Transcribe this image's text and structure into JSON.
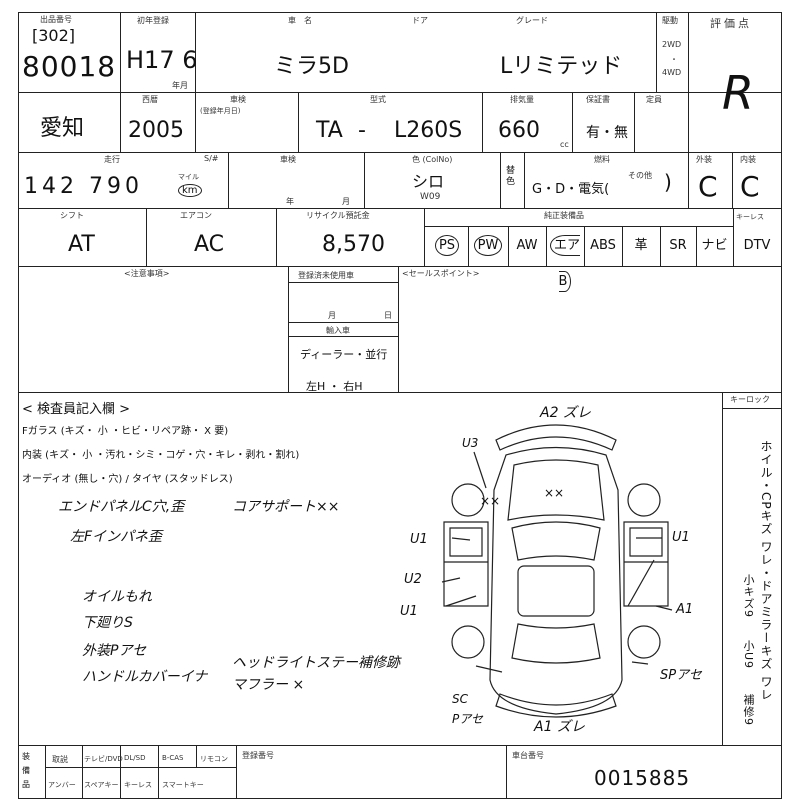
{
  "lot": {
    "hall_label": "出品番号",
    "venue_code": "[302]",
    "number": "80018"
  },
  "registration": {
    "label": "初年登録",
    "value": "H17 6",
    "month_unit": "年月"
  },
  "car_name": {
    "label": "車　名",
    "value": "ミラ5D"
  },
  "door_label": "ドア",
  "grade": {
    "label": "グレード",
    "value": "Lリミテッド"
  },
  "drive": {
    "label": "駆動",
    "options": [
      "2WD",
      "・",
      "4WD"
    ]
  },
  "score": {
    "label": "評価点",
    "value": "R"
  },
  "prefecture": {
    "value": "愛知"
  },
  "year": {
    "label": "西暦",
    "value": "2005"
  },
  "inspection": {
    "label": "車検",
    "sub": "(登録年月日)"
  },
  "model": {
    "label": "型式",
    "prefix": "TA",
    "dash": "-",
    "value": "L260S"
  },
  "displacement": {
    "label": "排気量",
    "value": "660",
    "unit": "cc"
  },
  "warranty": {
    "label": "保証書",
    "value": "有・無"
  },
  "capacity": {
    "label": "定員"
  },
  "mileage": {
    "label": "走行",
    "value": "142 790",
    "unit_top": "マイル",
    "unit": "km"
  },
  "s_label": "S/#",
  "vehicle_inspection": {
    "label": "車検",
    "year": "年",
    "month": "月"
  },
  "color": {
    "label": "色 (ColNo)",
    "value": "シロ",
    "code": "W09",
    "change_label": "替色"
  },
  "fuel": {
    "label": "燃料",
    "options": "G・D・電気(",
    "other": "その他",
    "close": ")"
  },
  "exterior": {
    "label": "外装",
    "value": "C"
  },
  "interior": {
    "label": "内装",
    "value": "C"
  },
  "shift": {
    "label": "シフト",
    "value": "AT"
  },
  "aircon": {
    "label": "エアコン",
    "value": "AC"
  },
  "recycle": {
    "label": "リサイクル預託金",
    "value": "8,570"
  },
  "equipment": {
    "label": "純正装備品",
    "key_label": "キーレス",
    "items": [
      "PS",
      "PW",
      "AW",
      "エアB",
      "ABS",
      "革",
      "SR",
      "ナビ",
      "DTV"
    ]
  },
  "notes_label": "<注意事項>",
  "import": {
    "label": "登録済未使用車",
    "month": "月",
    "day": "日",
    "type_label": "輸入車",
    "dealer": "ディーラー・並行",
    "steering": "左H ・ 右H"
  },
  "sales_point_label": "<セールスポイント>",
  "inspector": {
    "title": "< 検査員記入欄 >",
    "line1": "Fガラス (キズ・ 小 ・ヒビ・リペア跡・ X 要)",
    "line2": "内装 (キズ・ 小 ・汚れ・シミ・コゲ・穴・キレ・剥れ・割れ)",
    "line3": "オーディオ (無し・穴) / タイヤ (スタッドレス)",
    "handwritten": [
      "エンドパネルC穴,歪",
      "コアサポート××",
      "左Fインパネ歪",
      "オイルもれ",
      "下廻りS",
      "外装Pアセ",
      "ハンドルカバーイナ",
      "ヘッドライトステー補修跡",
      "マフラー ×"
    ]
  },
  "diagram": {
    "labels": [
      "A2 ズレ",
      "U3",
      "××",
      "××",
      "U1",
      "U1",
      "U2",
      "U1",
      "A1",
      "SPアセ",
      "SC",
      "Pアセ",
      "A1 ズレ"
    ]
  },
  "keylock_label": "キーロック",
  "side_notes": {
    "main": "ホイル・CPキズ ワレ・ドアミラーキズ ワレ",
    "sub1": "小キズ9",
    "sub2": "小U9",
    "sub3": "補修9"
  },
  "bottom": {
    "labels_row1": [
      "取説",
      "テレビ/DVD",
      "DL/SD",
      "B-CAS",
      "リモコン"
    ],
    "labels_row2": [
      "アンバー",
      "スペアキー",
      "キーレス",
      "スマートキー"
    ],
    "side": "装備品",
    "reg_no_label": "登録番号",
    "chassis_label": "車台番号",
    "chassis_value": "0015885"
  }
}
